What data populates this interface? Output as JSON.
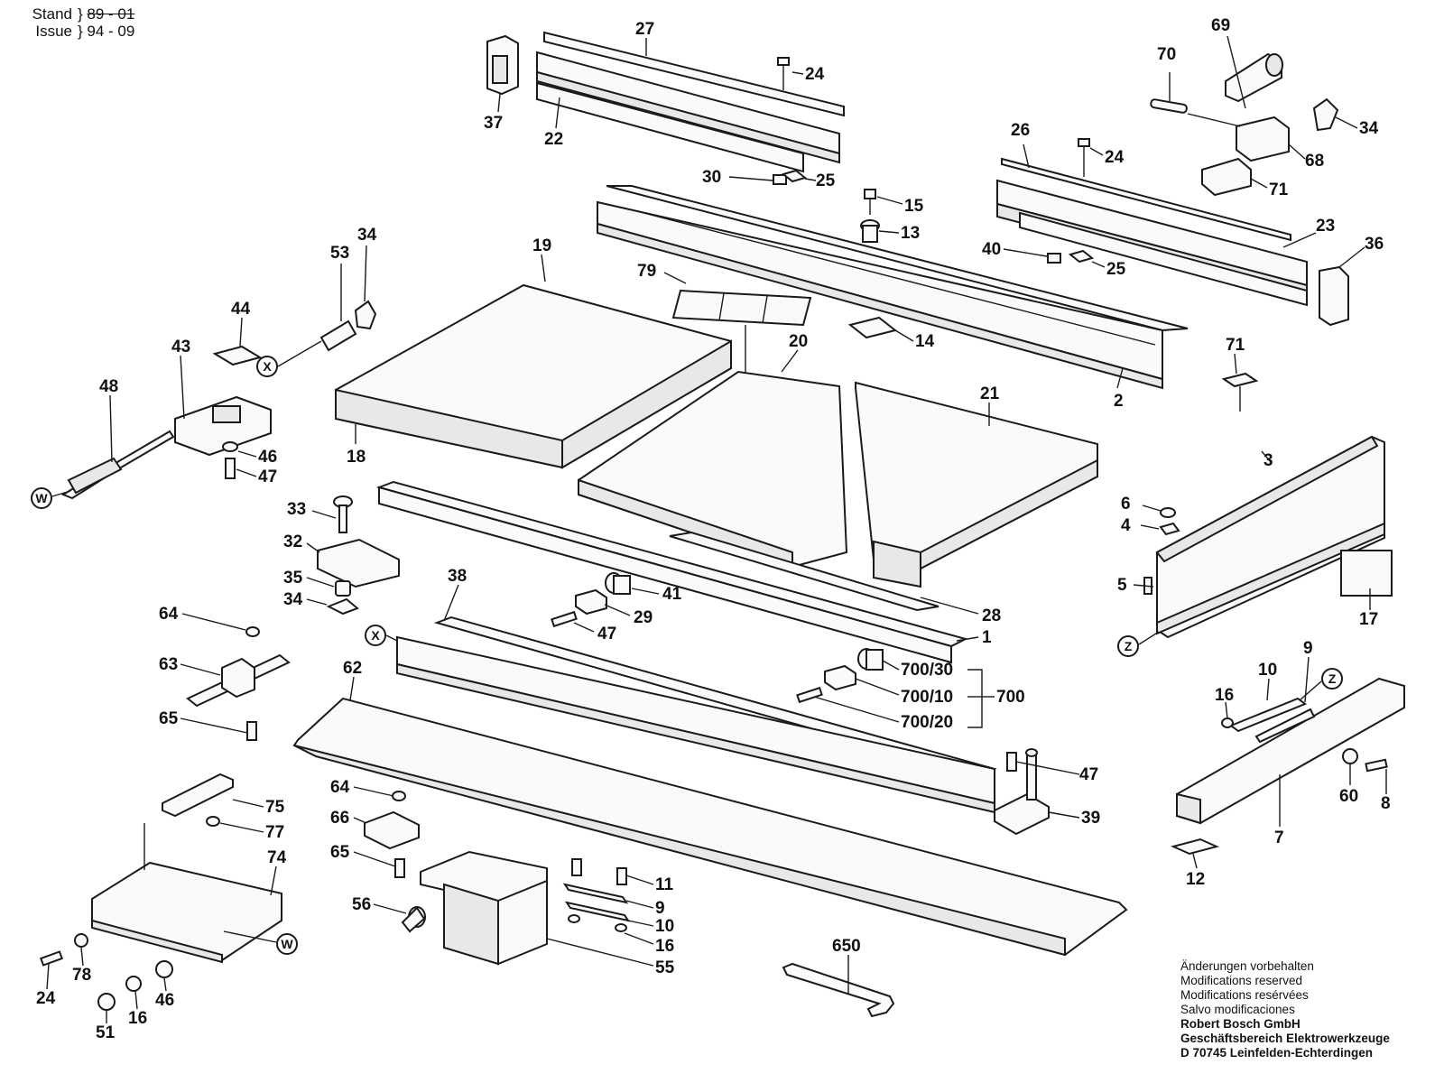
{
  "header": {
    "stand_label": "Stand",
    "issue_label": "Issue",
    "stand_value": "89 - 01",
    "issue_value": "94 - 09"
  },
  "footer": {
    "notes": [
      "Änderungen vorbehalten",
      "Modifications reserved",
      "Modifications resérvées",
      "Salvo modificaciones"
    ],
    "company": [
      "Robert Bosch GmbH",
      "Geschäftsbereich Elektrowerkzeuge",
      "D 70745 Leinfelden-Echterdingen"
    ]
  },
  "callouts": {
    "x": "X",
    "w": "W",
    "z": "Z"
  },
  "labels": [
    {
      "id": "l27",
      "text": "27"
    },
    {
      "id": "l24a",
      "text": "24"
    },
    {
      "id": "l37",
      "text": "37"
    },
    {
      "id": "l22",
      "text": "22"
    },
    {
      "id": "l30",
      "text": "30"
    },
    {
      "id": "l25a",
      "text": "25"
    },
    {
      "id": "l69",
      "text": "69"
    },
    {
      "id": "l70",
      "text": "70"
    },
    {
      "id": "l34a",
      "text": "34"
    },
    {
      "id": "l68",
      "text": "68"
    },
    {
      "id": "l26",
      "text": "26"
    },
    {
      "id": "l24b",
      "text": "24"
    },
    {
      "id": "l71a",
      "text": "71"
    },
    {
      "id": "l15",
      "text": "15"
    },
    {
      "id": "l13",
      "text": "13"
    },
    {
      "id": "l23",
      "text": "23"
    },
    {
      "id": "l36",
      "text": "36"
    },
    {
      "id": "l40",
      "text": "40"
    },
    {
      "id": "l25b",
      "text": "25"
    },
    {
      "id": "l53",
      "text": "53"
    },
    {
      "id": "l34b",
      "text": "34"
    },
    {
      "id": "l19",
      "text": "19"
    },
    {
      "id": "l79",
      "text": "79"
    },
    {
      "id": "l14",
      "text": "14"
    },
    {
      "id": "l44",
      "text": "44"
    },
    {
      "id": "l43",
      "text": "43"
    },
    {
      "id": "l20",
      "text": "20"
    },
    {
      "id": "l21",
      "text": "21"
    },
    {
      "id": "l71b",
      "text": "71"
    },
    {
      "id": "l48",
      "text": "48"
    },
    {
      "id": "l2",
      "text": "2"
    },
    {
      "id": "l46a",
      "text": "46"
    },
    {
      "id": "l47a",
      "text": "47"
    },
    {
      "id": "l18",
      "text": "18"
    },
    {
      "id": "l3",
      "text": "3"
    },
    {
      "id": "l6",
      "text": "6"
    },
    {
      "id": "l4",
      "text": "4"
    },
    {
      "id": "l33",
      "text": "33"
    },
    {
      "id": "l32",
      "text": "32"
    },
    {
      "id": "l35",
      "text": "35"
    },
    {
      "id": "l34c",
      "text": "34"
    },
    {
      "id": "l38",
      "text": "38"
    },
    {
      "id": "l41",
      "text": "41"
    },
    {
      "id": "l29",
      "text": "29"
    },
    {
      "id": "l47b",
      "text": "47"
    },
    {
      "id": "l28",
      "text": "28"
    },
    {
      "id": "l1",
      "text": "1"
    },
    {
      "id": "l5",
      "text": "5"
    },
    {
      "id": "l17",
      "text": "17"
    },
    {
      "id": "l64a",
      "text": "64"
    },
    {
      "id": "l63",
      "text": "63"
    },
    {
      "id": "l62",
      "text": "62"
    },
    {
      "id": "l700_30",
      "text": "700/30"
    },
    {
      "id": "l700_10",
      "text": "700/10"
    },
    {
      "id": "l700_20",
      "text": "700/20"
    },
    {
      "id": "l700",
      "text": "700"
    },
    {
      "id": "l9a",
      "text": "9"
    },
    {
      "id": "l10a",
      "text": "10"
    },
    {
      "id": "l16a",
      "text": "16"
    },
    {
      "id": "l65a",
      "text": "65"
    },
    {
      "id": "l47c",
      "text": "47"
    },
    {
      "id": "l60",
      "text": "60"
    },
    {
      "id": "l8",
      "text": "8"
    },
    {
      "id": "l64b",
      "text": "64"
    },
    {
      "id": "l39",
      "text": "39"
    },
    {
      "id": "l7",
      "text": "7"
    },
    {
      "id": "l75",
      "text": "75"
    },
    {
      "id": "l66",
      "text": "66"
    },
    {
      "id": "l77",
      "text": "77"
    },
    {
      "id": "l74",
      "text": "74"
    },
    {
      "id": "l65b",
      "text": "65"
    },
    {
      "id": "l12",
      "text": "12"
    },
    {
      "id": "l11",
      "text": "11"
    },
    {
      "id": "l9b",
      "text": "9"
    },
    {
      "id": "l56",
      "text": "56"
    },
    {
      "id": "l10b",
      "text": "10"
    },
    {
      "id": "l16b",
      "text": "16"
    },
    {
      "id": "l55",
      "text": "55"
    },
    {
      "id": "l650",
      "text": "650"
    },
    {
      "id": "l78",
      "text": "78"
    },
    {
      "id": "l24c",
      "text": "24"
    },
    {
      "id": "l46b",
      "text": "46"
    },
    {
      "id": "l16c",
      "text": "16"
    },
    {
      "id": "l51",
      "text": "51"
    }
  ]
}
